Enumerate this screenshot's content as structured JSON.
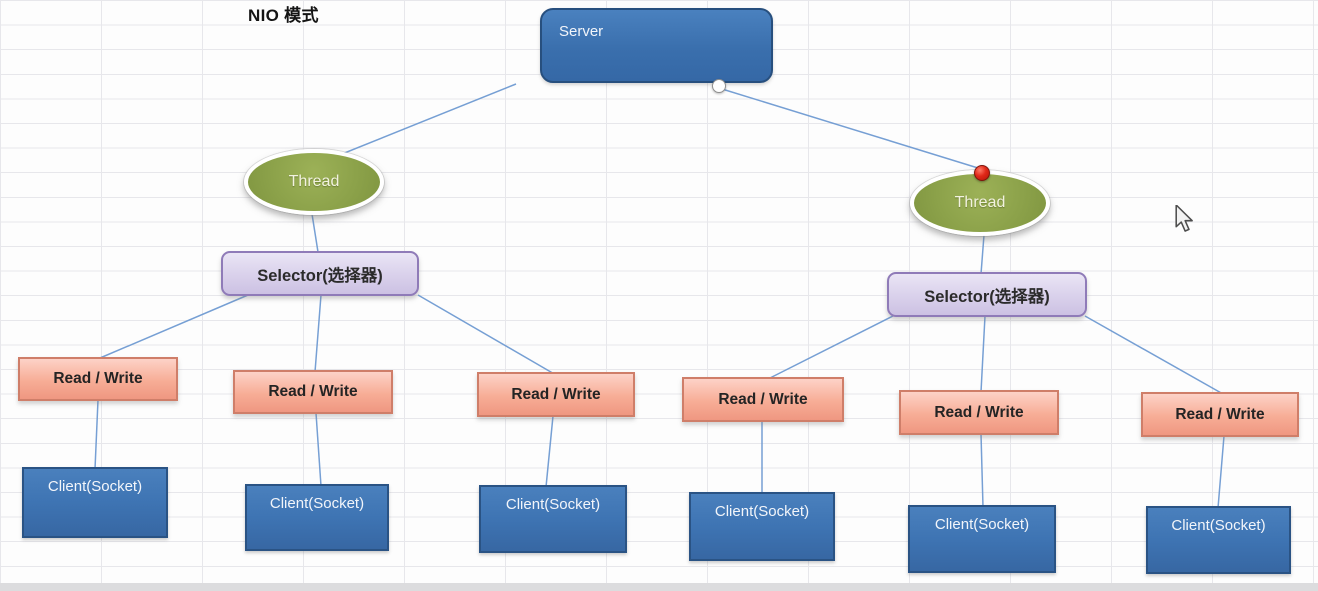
{
  "title": "NIO 模式",
  "diagram": {
    "server": {
      "label": "Server"
    },
    "threads": [
      {
        "label": "Thread"
      },
      {
        "label": "Thread"
      }
    ],
    "selectors": [
      {
        "label": "Selector(选择器)"
      },
      {
        "label": "Selector(选择器)"
      }
    ],
    "read_write_nodes": [
      {
        "label": "Read / Write"
      },
      {
        "label": "Read / Write"
      },
      {
        "label": "Read / Write"
      },
      {
        "label": "Read / Write"
      },
      {
        "label": "Read / Write"
      },
      {
        "label": "Read / Write"
      }
    ],
    "clients": [
      {
        "label": "Client(Socket)"
      },
      {
        "label": "Client(Socket)"
      },
      {
        "label": "Client(Socket)"
      },
      {
        "label": "Client(Socket)"
      },
      {
        "label": "Client(Socket)"
      },
      {
        "label": "Client(Socket)"
      }
    ]
  },
  "colors": {
    "server_client_fill": "#3E74B3",
    "server_client_border": "#2A5384",
    "thread_fill": "#8CA24A",
    "selector_fill": "#D7CDEA",
    "selector_border": "#8F7BB8",
    "read_write_fill": "#F5A78F",
    "read_write_border": "#CF7E69",
    "connector_line": "#6F9BD2",
    "red_endpoint": "#E02818",
    "grid_line": "#E7E7EB"
  }
}
